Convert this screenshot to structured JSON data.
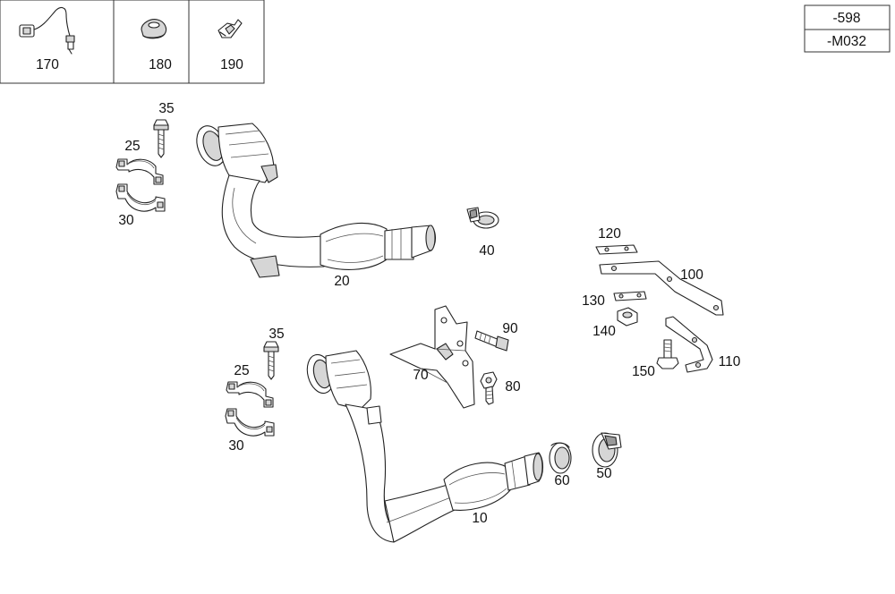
{
  "legend_boxes": {
    "top": "-598",
    "bottom": "-M032"
  },
  "callouts": {
    "p170": "170",
    "p180": "180",
    "p190": "190",
    "p35a": "35",
    "p25a": "25",
    "p30a": "30",
    "p20": "20",
    "p40": "40",
    "p35b": "35",
    "p25b": "25",
    "p30b": "30",
    "p10": "10",
    "p70": "70",
    "p90": "90",
    "p80": "80",
    "p60": "60",
    "p50": "50",
    "p120": "120",
    "p100": "100",
    "p130": "130",
    "p140": "140",
    "p150": "150",
    "p110": "110"
  }
}
